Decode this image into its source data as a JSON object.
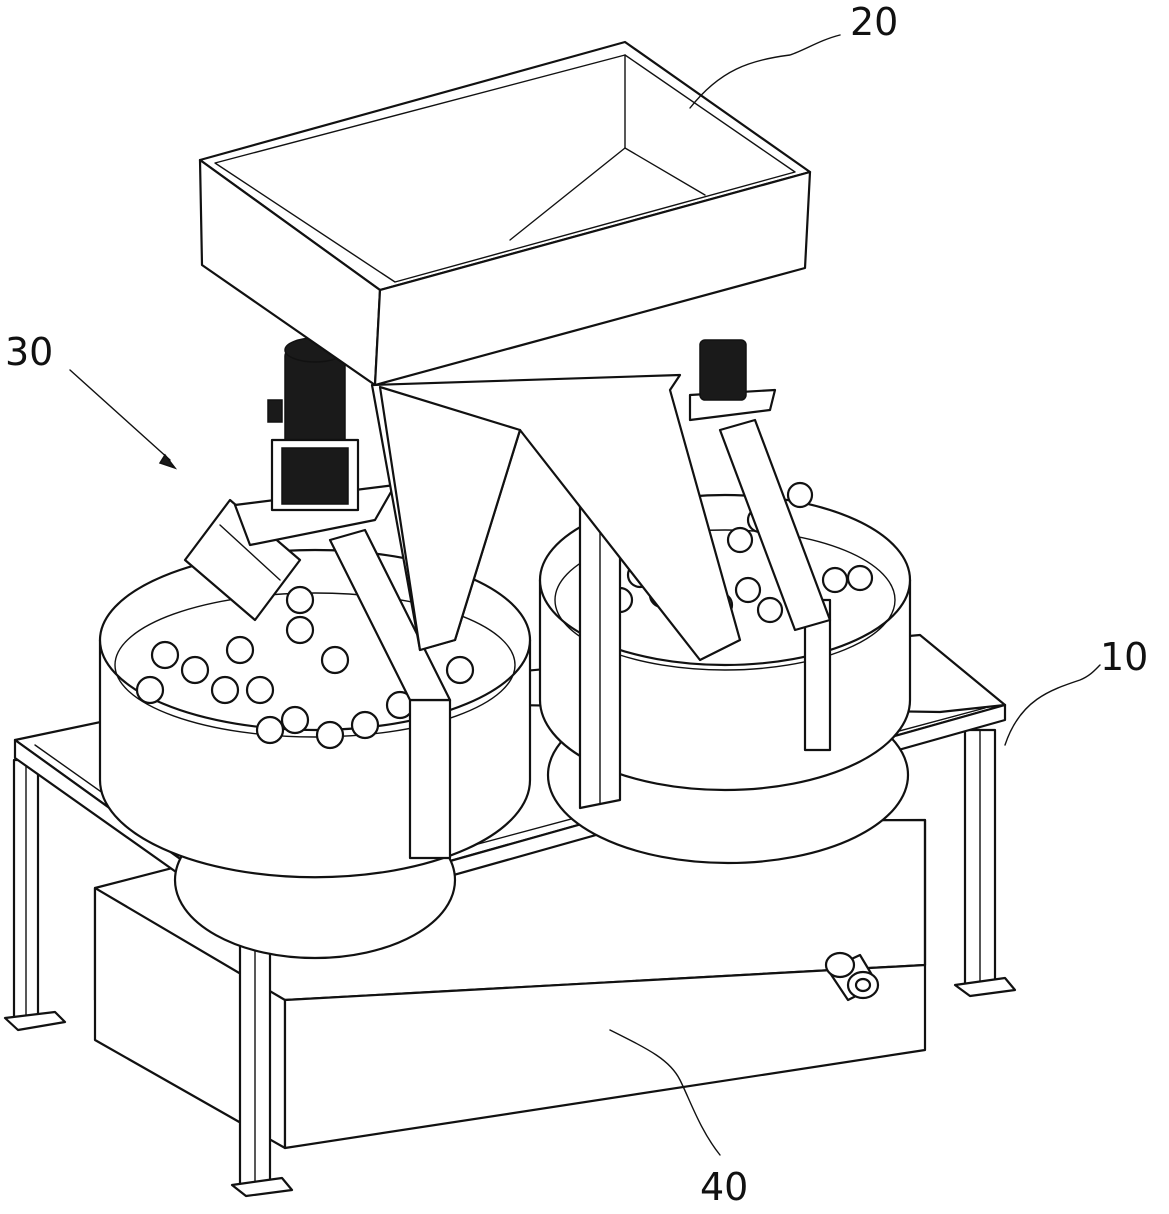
{
  "labels": [
    {
      "id": "hopper",
      "text": "20"
    },
    {
      "id": "frame",
      "text": "10"
    },
    {
      "id": "polishing-unit",
      "text": "30"
    },
    {
      "id": "tank",
      "text": "40"
    }
  ]
}
